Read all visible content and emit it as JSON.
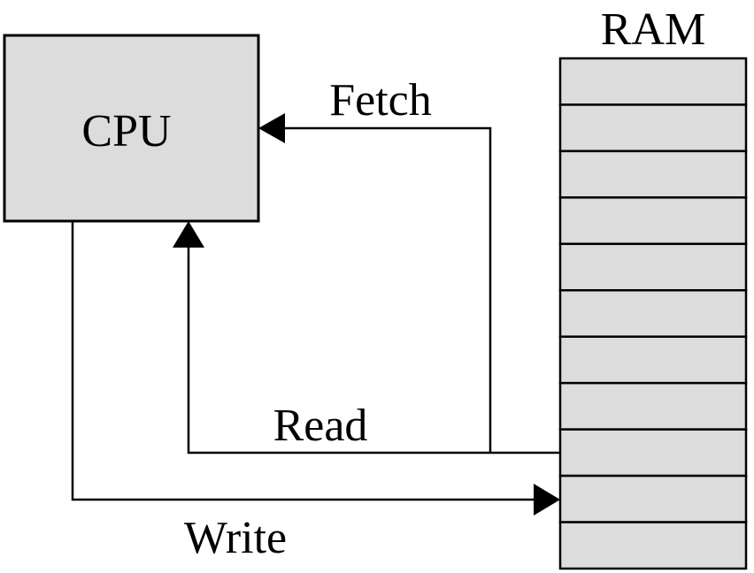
{
  "cpu": {
    "label": "CPU"
  },
  "ram": {
    "label": "RAM",
    "cells": 11
  },
  "arrows": {
    "fetch": "Fetch",
    "read": "Read",
    "write": "Write"
  },
  "colors": {
    "box_fill": "#dcdcdc",
    "line": "#000000",
    "background": "#ffffff"
  }
}
